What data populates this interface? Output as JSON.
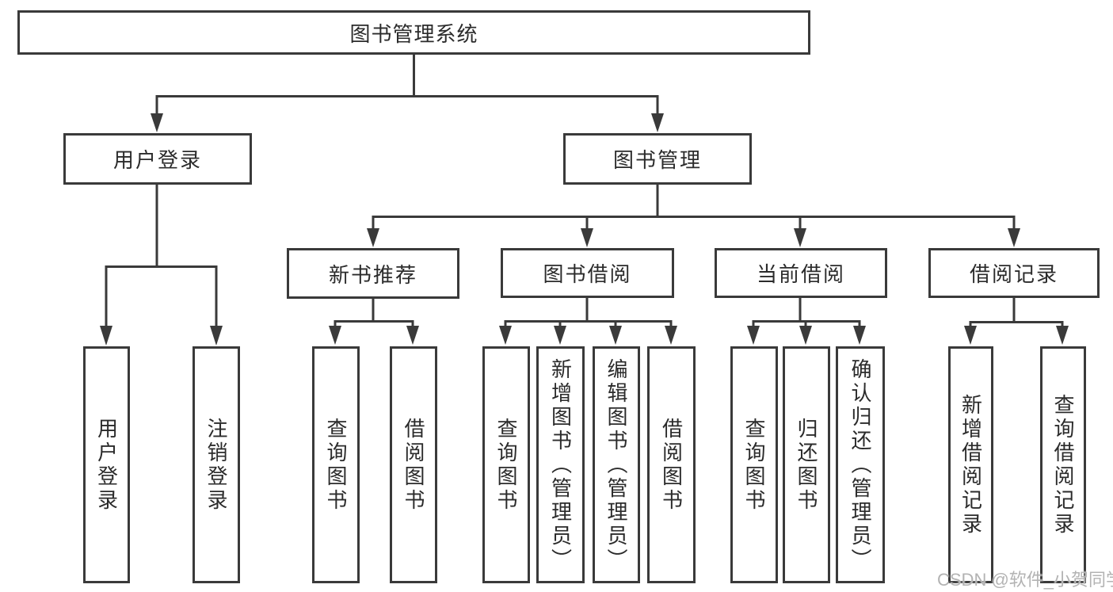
{
  "diagram": {
    "root": {
      "label": "图书管理系统"
    },
    "level2": [
      {
        "label": "用户登录"
      },
      {
        "label": "图书管理"
      }
    ],
    "level3": [
      {
        "label": "新书推荐"
      },
      {
        "label": "图书借阅"
      },
      {
        "label": "当前借阅"
      },
      {
        "label": "借阅记录"
      }
    ],
    "leaves": [
      {
        "label": "用户登录"
      },
      {
        "label": "注销登录"
      },
      {
        "label": "查询图书"
      },
      {
        "label": "借阅图书"
      },
      {
        "label": "查询图书"
      },
      {
        "label": "新增图书（管理员）"
      },
      {
        "label": "编辑图书（管理员）"
      },
      {
        "label": "借阅图书"
      },
      {
        "label": "查询图书"
      },
      {
        "label": "归还图书"
      },
      {
        "label": "确认归还（管理员）"
      },
      {
        "label": "新增借阅记录"
      },
      {
        "label": "查询借阅记录"
      }
    ]
  },
  "watermark": {
    "text": "CSDN @软件_小贺同学"
  },
  "colors": {
    "line": "#3a3a3a",
    "box_border": "#3a3a3a",
    "box_fill": "#ffffff",
    "text": "#2b2b2b",
    "watermark": "#b3b3b3",
    "background": "#ffffff"
  }
}
